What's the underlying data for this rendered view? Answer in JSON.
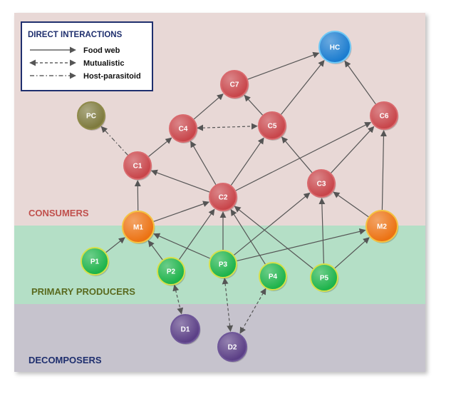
{
  "legend": {
    "title": "DIRECT INTERACTIONS",
    "items": [
      {
        "label": "Food web",
        "style": "solid"
      },
      {
        "label": "Mutualistic",
        "style": "dashed"
      },
      {
        "label": "Host-parasitoid",
        "style": "dashdot"
      }
    ]
  },
  "bands": [
    {
      "key": "consumers",
      "label": "CONSUMERS",
      "fill": "#e8d8d6",
      "label_color": "#c0504d"
    },
    {
      "key": "producers",
      "label": "PRIMARY PRODUCERS",
      "fill": "#b4dfc6",
      "label_color": "#5a6a1f"
    },
    {
      "key": "decomposers",
      "label": "DECOMPOSERS",
      "fill": "#c6c3cd",
      "label_color": "#1f2f6e"
    }
  ],
  "colors": {
    "consumer": "#c8454a",
    "mutualist": "#ec7212",
    "producer": "#1db34a",
    "decomposer": "#5b3f86",
    "top_consumer": "#1b7ccf",
    "parasitoid": "#7e7a3e",
    "edge": "#555555"
  },
  "nodes": [
    {
      "id": "HC",
      "label": "HC",
      "kind": "top_consumer"
    },
    {
      "id": "PC",
      "label": "PC",
      "kind": "parasitoid"
    },
    {
      "id": "C7",
      "label": "C7",
      "kind": "consumer"
    },
    {
      "id": "C4",
      "label": "C4",
      "kind": "consumer"
    },
    {
      "id": "C5",
      "label": "C5",
      "kind": "consumer"
    },
    {
      "id": "C6",
      "label": "C6",
      "kind": "consumer"
    },
    {
      "id": "C1",
      "label": "C1",
      "kind": "consumer"
    },
    {
      "id": "C2",
      "label": "C2",
      "kind": "consumer"
    },
    {
      "id": "C3",
      "label": "C3",
      "kind": "consumer"
    },
    {
      "id": "M1",
      "label": "M1",
      "kind": "mutualist"
    },
    {
      "id": "M2",
      "label": "M2",
      "kind": "mutualist"
    },
    {
      "id": "P1",
      "label": "P1",
      "kind": "producer"
    },
    {
      "id": "P2",
      "label": "P2",
      "kind": "producer"
    },
    {
      "id": "P3",
      "label": "P3",
      "kind": "producer"
    },
    {
      "id": "P4",
      "label": "P4",
      "kind": "producer"
    },
    {
      "id": "P5",
      "label": "P5",
      "kind": "producer"
    },
    {
      "id": "D1",
      "label": "D1",
      "kind": "decomposer"
    },
    {
      "id": "D2",
      "label": "D2",
      "kind": "decomposer"
    }
  ],
  "edges": [
    {
      "from": "C7",
      "to": "HC",
      "type": "food"
    },
    {
      "from": "C5",
      "to": "HC",
      "type": "food"
    },
    {
      "from": "C6",
      "to": "HC",
      "type": "food"
    },
    {
      "from": "C4",
      "to": "C7",
      "type": "food"
    },
    {
      "from": "C5",
      "to": "C7",
      "type": "food"
    },
    {
      "from": "C4",
      "to": "C5",
      "type": "mutualistic"
    },
    {
      "from": "C1",
      "to": "C4",
      "type": "food"
    },
    {
      "from": "C1",
      "to": "PC",
      "type": "parasitoid"
    },
    {
      "from": "C2",
      "to": "C1",
      "type": "food"
    },
    {
      "from": "C2",
      "to": "C4",
      "type": "food"
    },
    {
      "from": "C2",
      "to": "C5",
      "type": "food"
    },
    {
      "from": "C2",
      "to": "C6",
      "type": "food"
    },
    {
      "from": "C3",
      "to": "C5",
      "type": "food"
    },
    {
      "from": "C3",
      "to": "C6",
      "type": "food"
    },
    {
      "from": "M1",
      "to": "C1",
      "type": "food"
    },
    {
      "from": "M1",
      "to": "C2",
      "type": "food"
    },
    {
      "from": "M2",
      "to": "C3",
      "type": "food"
    },
    {
      "from": "M2",
      "to": "C6",
      "type": "food"
    },
    {
      "from": "P1",
      "to": "M1",
      "type": "food"
    },
    {
      "from": "P2",
      "to": "M1",
      "type": "food"
    },
    {
      "from": "P2",
      "to": "C2",
      "type": "food"
    },
    {
      "from": "P3",
      "to": "M1",
      "type": "food"
    },
    {
      "from": "P3",
      "to": "C2",
      "type": "food"
    },
    {
      "from": "P3",
      "to": "C3",
      "type": "food"
    },
    {
      "from": "P3",
      "to": "M2",
      "type": "food"
    },
    {
      "from": "P4",
      "to": "C2",
      "type": "food"
    },
    {
      "from": "P5",
      "to": "C2",
      "type": "food"
    },
    {
      "from": "P5",
      "to": "C3",
      "type": "food"
    },
    {
      "from": "P5",
      "to": "M2",
      "type": "food"
    },
    {
      "from": "P2",
      "to": "D1",
      "type": "mutualistic"
    },
    {
      "from": "P3",
      "to": "D2",
      "type": "mutualistic"
    },
    {
      "from": "P4",
      "to": "D2",
      "type": "mutualistic"
    }
  ]
}
